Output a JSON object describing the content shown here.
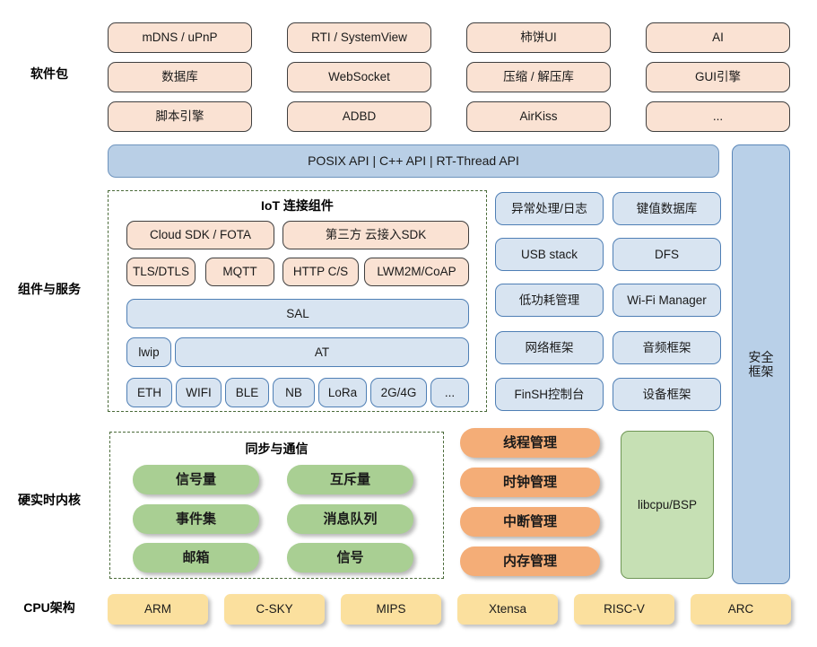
{
  "diagram": {
    "title": "RT-Thread Architecture Stack",
    "colors": {
      "peach": "#fae2d3",
      "blue": "#d8e4f1",
      "green": "#a9cf93",
      "green_plain": "#c6e0b4",
      "orange": "#f4ad77",
      "yellow": "#fbe09e",
      "api_bar": "#b9cfe6",
      "security_col": "#b9d0e8",
      "dash_border": "#4b6b3a"
    },
    "row_labels": {
      "software_packages": "软件包",
      "components_services": "组件与服务",
      "hard_realtime_kernel": "硬实时内核",
      "cpu_arch": "CPU架构"
    },
    "software_packages": {
      "columns": [
        [
          "mDNS / uPnP",
          "数据库",
          "脚本引擎"
        ],
        [
          "RTI / SystemView",
          "WebSocket",
          "ADBD"
        ],
        [
          "柿饼UI",
          "压缩 / 解压库",
          "AirKiss"
        ],
        [
          "AI",
          "GUI引擎",
          "..."
        ]
      ]
    },
    "api_bar": {
      "label": "POSIX API  |  C++ API  |  RT-Thread API"
    },
    "security_framework": {
      "label": "安全\n框架"
    },
    "iot_group": {
      "title": "IoT 连接组件",
      "row_cloud": [
        {
          "label": "Cloud SDK / FOTA",
          "theme": "peach"
        },
        {
          "label": "第三方 云接入SDK",
          "theme": "peach"
        }
      ],
      "row_protocols": [
        {
          "label": "TLS/DTLS",
          "theme": "peach"
        },
        {
          "label": "MQTT",
          "theme": "peach"
        },
        {
          "label": "HTTP C/S",
          "theme": "peach"
        },
        {
          "label": "LWM2M/CoAP",
          "theme": "peach"
        }
      ],
      "row_sal": [
        {
          "label": "SAL",
          "theme": "blue"
        }
      ],
      "row_at": [
        {
          "label": "lwip",
          "theme": "blue"
        },
        {
          "label": "AT",
          "theme": "blue"
        }
      ],
      "row_links": [
        {
          "label": "ETH",
          "theme": "blue"
        },
        {
          "label": "WIFI",
          "theme": "blue"
        },
        {
          "label": "BLE",
          "theme": "blue"
        },
        {
          "label": "NB",
          "theme": "blue"
        },
        {
          "label": "LoRa",
          "theme": "blue"
        },
        {
          "label": "2G/4G",
          "theme": "blue"
        },
        {
          "label": "...",
          "theme": "blue"
        }
      ]
    },
    "services": {
      "left_column": [
        "异常处理/日志",
        "USB stack",
        "低功耗管理",
        "网络框架",
        "FinSH控制台"
      ],
      "right_column": [
        "键值数据库",
        "DFS",
        "Wi-Fi Manager",
        "音频框架",
        "设备框架"
      ]
    },
    "kernel_group": {
      "title": "同步与通信",
      "left_column": [
        "信号量",
        "事件集",
        "邮箱"
      ],
      "right_column": [
        "互斥量",
        "消息队列",
        "信号"
      ]
    },
    "kernel_managers": [
      "线程管理",
      "时钟管理",
      "中断管理",
      "内存管理"
    ],
    "libcpu": {
      "label": "libcpu/BSP"
    },
    "cpu_arch": {
      "items": [
        "ARM",
        "C-SKY",
        "MIPS",
        "Xtensa",
        "RISC-V",
        "ARC"
      ]
    }
  }
}
